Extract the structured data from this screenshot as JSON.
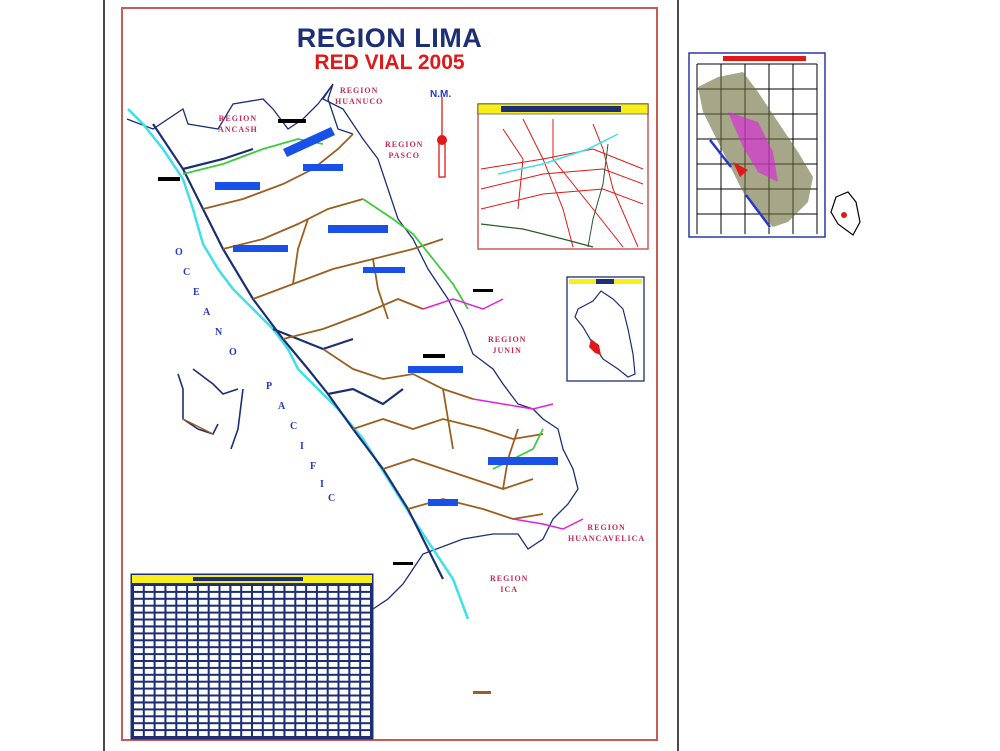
{
  "sheet": {
    "title": "REGION LIMA",
    "subtitle": "RED VIAL 2005",
    "north_label": "N.M.",
    "ocean_letters": [
      "O",
      "C",
      "E",
      "A",
      "N",
      "O",
      "P",
      "A",
      "C",
      "I",
      "F",
      "I",
      "C",
      "O"
    ],
    "ocean_name": "OCEANO PACIFICO",
    "regions": [
      {
        "id": "ancash",
        "line1": "REGION",
        "line2": "ANCASH"
      },
      {
        "id": "huanuco",
        "line1": "REGION",
        "line2": "HUANUCO"
      },
      {
        "id": "pasco",
        "line1": "REGION",
        "line2": "PASCO"
      },
      {
        "id": "junin",
        "line1": "REGION",
        "line2": "JUNIN"
      },
      {
        "id": "huancavelica",
        "line1": "REGION",
        "line2": "HUANCAVELICA"
      },
      {
        "id": "ica",
        "line1": "REGION",
        "line2": "ICA"
      }
    ],
    "insets": {
      "lima_city": {
        "header_color": "#f8ee1a",
        "bar_color": "#1c2e74"
      },
      "peru_location": {
        "header_color": "#f8ee1a",
        "highlight_color": "#e01818"
      }
    },
    "distance_table": {
      "rows": 22,
      "cols": 22,
      "header_color": "#f8ee1a",
      "cell_color": "#1c2e74"
    }
  },
  "side_panel": {
    "overview_map": {
      "header_color": "#e01818",
      "grid_cols": 6,
      "grid_rows": 7
    }
  },
  "colors": {
    "title_blue": "#1c2e74",
    "title_red": "#e01818",
    "sheet_border": "#c85a5a",
    "road_national": "#1c2e74",
    "road_departmental": "#9a6020",
    "road_green": "#3ccc3c",
    "road_magenta": "#e020e0",
    "coast": "#40e0e8",
    "label_pink": "#c8285a"
  }
}
